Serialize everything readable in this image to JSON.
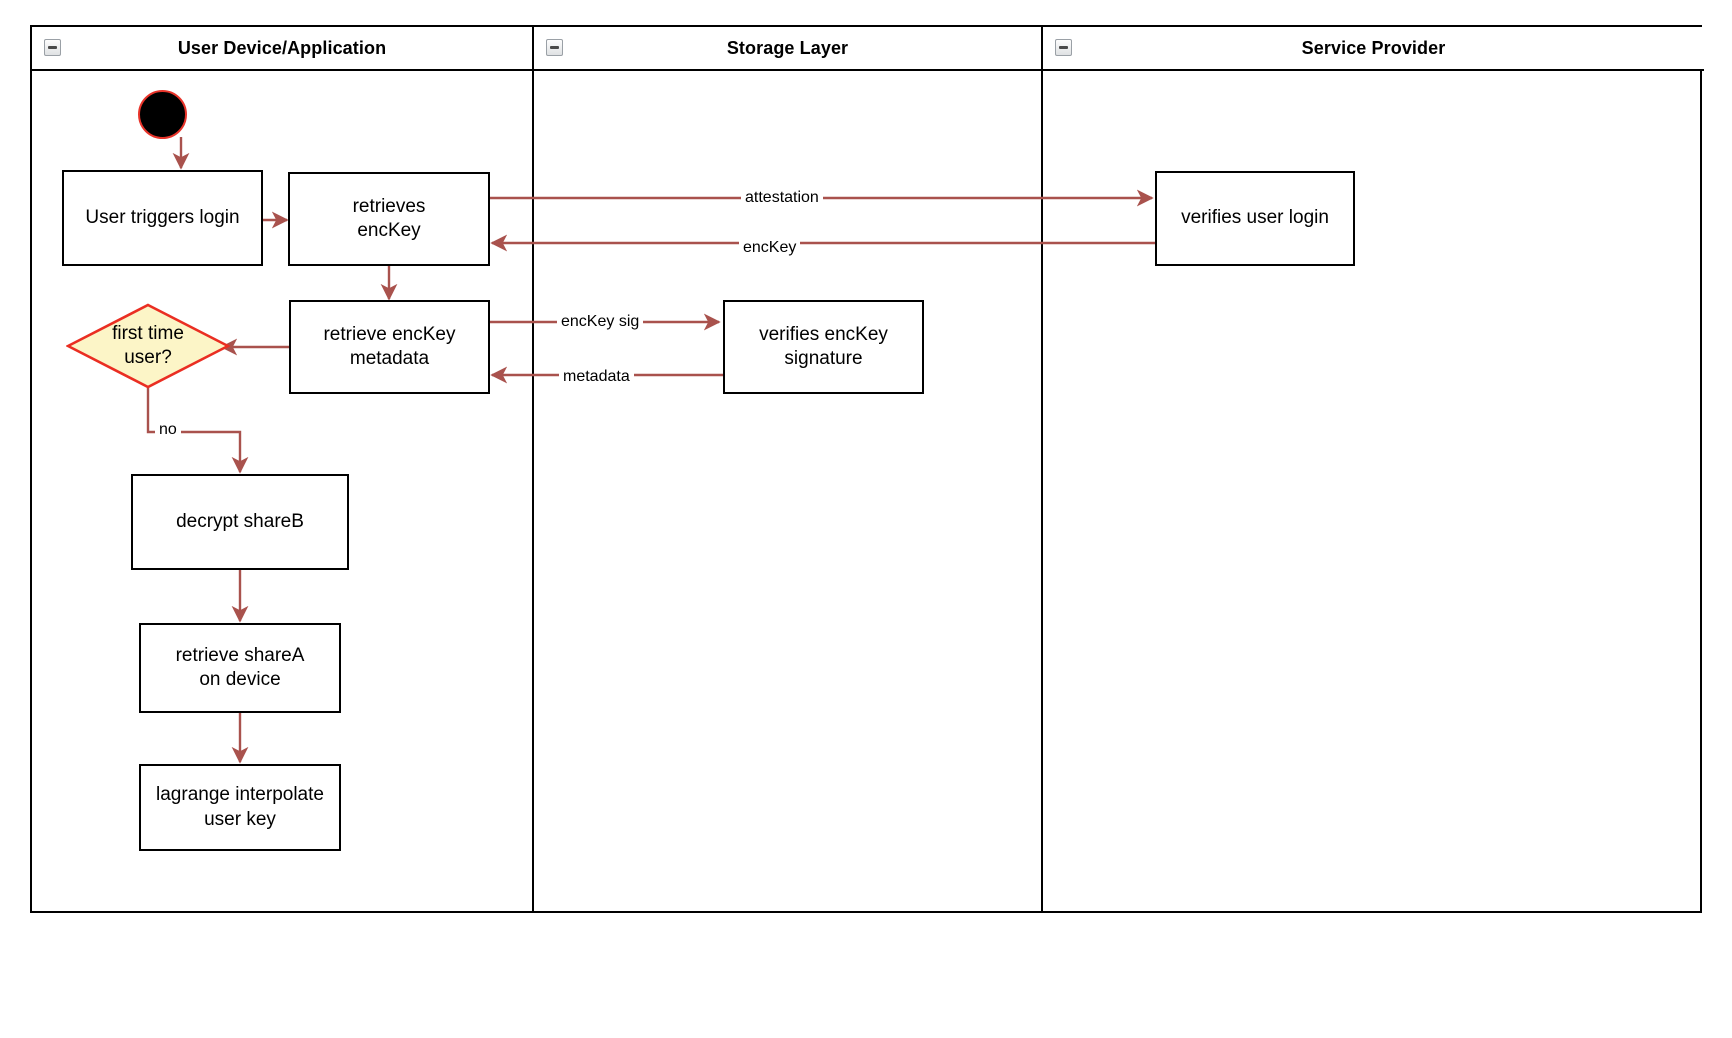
{
  "diagram": {
    "type": "uml-activity-swimlane",
    "lanes": [
      {
        "id": "lane-user-device",
        "title": "User Device/Application",
        "collapse_icon": "collapse-icon"
      },
      {
        "id": "lane-storage",
        "title": "Storage Layer",
        "collapse_icon": "collapse-icon"
      },
      {
        "id": "lane-service-provider",
        "title": "Service Provider",
        "collapse_icon": "collapse-icon"
      }
    ],
    "colors": {
      "edge": "#A9524D",
      "node_border": "#000000",
      "decision_fill": "#FCF5C7",
      "decision_border": "#EA2E22",
      "start_fill": "#000000",
      "start_border": "#E8342A",
      "lane_border": "#000000"
    },
    "nodes": {
      "start": {
        "name": "start-node",
        "label": ""
      },
      "user_triggers_login": {
        "label": "User triggers login"
      },
      "retrieves_enckey": {
        "line1": "retrieves",
        "line2": "encKey"
      },
      "retrieve_enckey_metadata": {
        "line1": "retrieve encKey",
        "line2": "metadata"
      },
      "first_time_user": {
        "line1": "first time",
        "line2": "user?"
      },
      "decrypt_shareb": {
        "label": "decrypt shareB"
      },
      "retrieve_sharea": {
        "line1": "retrieve shareA",
        "line2": "on device"
      },
      "lagrange_interpolate": {
        "line1": "lagrange interpolate",
        "line2": "user key"
      },
      "verifies_enckey_signature": {
        "line1": "verifies encKey",
        "line2": "signature"
      },
      "verifies_user_login": {
        "label": "verifies user login"
      }
    },
    "edge_labels": {
      "attestation": "attestation",
      "enckey": "encKey",
      "enckey_sig": "encKey sig",
      "metadata": "metadata",
      "no": "no"
    }
  }
}
